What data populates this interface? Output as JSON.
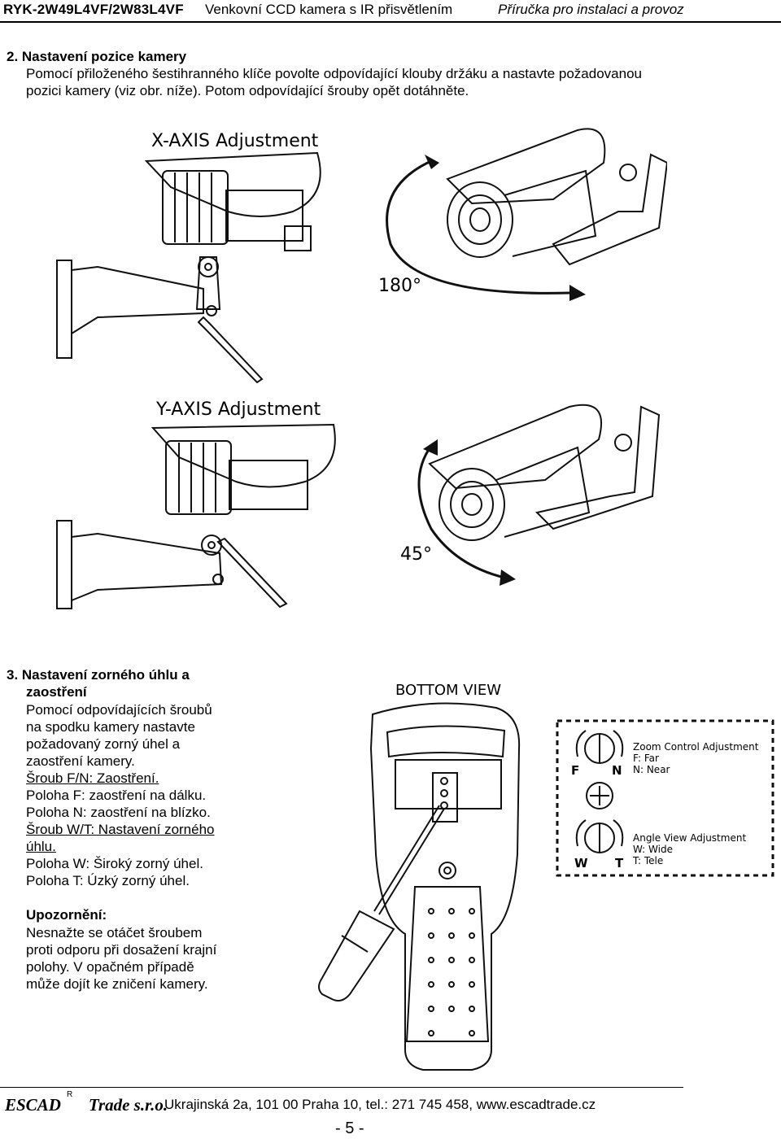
{
  "header": {
    "model": "RYK-2W49L4VF/2W83L4VF",
    "description": "Venkovní CCD kamera s IR přisvětlením",
    "manual": "Příručka pro instalaci a provoz"
  },
  "section2": {
    "title": "2.  Nastavení pozice kamery",
    "line1": "Pomocí přiloženého šestihranného klíče povolte odpovídající klouby držáku a nastavte požadovanou",
    "line2": "pozici kamery (viz obr. níže). Potom odpovídající šrouby opět dotáhněte."
  },
  "figure_x": {
    "label": "X-AXIS Adjustment",
    "angle": "180°"
  },
  "figure_y": {
    "label": "Y-AXIS Adjustment",
    "angle": "45°"
  },
  "section3": {
    "title_line1": "3.  Nastavení zorného úhlu a",
    "title_line2": "zaostření",
    "lines": [
      "Pomocí odpovídajících šroubů",
      "na spodku kamery nastavte",
      "požadovaný zorný úhel a",
      "zaostření kamery."
    ],
    "fn_title": "Šroub F/N: Zaostření.",
    "fn_far": "Poloha F: zaostření na dálku.",
    "fn_near": "Poloha N: zaostření na blízko.",
    "wt_title_line1": "Šroub W/T: Nastavení zorného",
    "wt_title_line2": "úhlu.",
    "wt_wide": "Poloha W: Široký zorný úhel.",
    "wt_tele": "Poloha T: Úzký zorný úhel."
  },
  "warning": {
    "title": "Upozornění:",
    "lines": [
      "Nesnažte se otáčet šroubem",
      "proti odporu při dosažení krajní",
      "polohy. V opačném případě",
      "může dojít ke zničení kamery."
    ]
  },
  "bottom_view": {
    "label": "BOTTOM VIEW",
    "zoom_title": "Zoom Control Adjustment",
    "zoom_far": "F: Far",
    "zoom_near": "N: Near",
    "letter_f": "F",
    "letter_n": "N",
    "angle_title": "Angle View Adjustment",
    "angle_wide": "W: Wide",
    "angle_tele": "T: Tele",
    "letter_w": "W",
    "letter_t": "T"
  },
  "footer": {
    "company": "ESCAD",
    "registered": "R",
    "company_suffix": "Trade s.r.o.",
    "address": "Ukrajinská 2a, 101 00 Praha 10, tel.: 271 745 458, www.escadtrade.cz",
    "page": "- 5 -"
  }
}
